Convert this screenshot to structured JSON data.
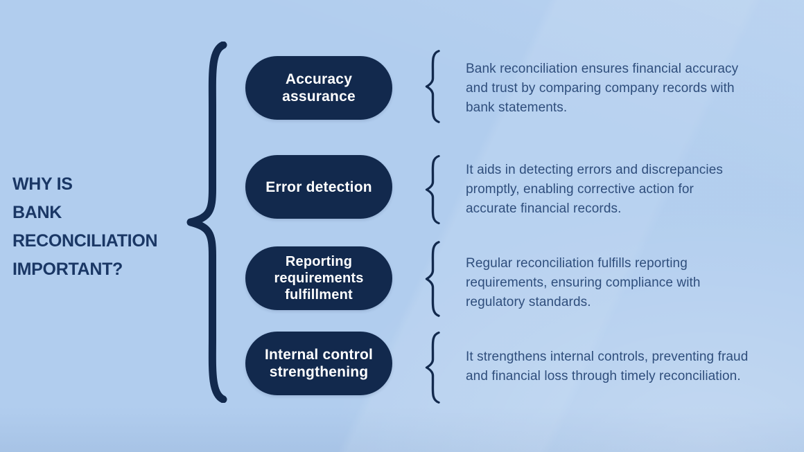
{
  "page": {
    "title_lines": [
      "WHY IS",
      "BANK",
      "RECONCILIATION",
      "IMPORTANT?"
    ]
  },
  "rows": [
    {
      "label_lines": [
        "Accuracy",
        "assurance"
      ],
      "description_lines": [
        "Bank reconciliation ensures financial accuracy",
        "and trust by comparing company records with",
        "bank statements."
      ]
    },
    {
      "label_lines": [
        "Error detection"
      ],
      "description_lines": [
        "It aids in detecting errors and discrepancies",
        "promptly, enabling corrective action for",
        "accurate financial records."
      ]
    },
    {
      "label_lines": [
        "Reporting",
        "requirements",
        "fulfillment"
      ],
      "description_lines": [
        "Regular reconciliation fulfills reporting",
        "requirements, ensuring compliance with",
        "regulatory standards."
      ]
    },
    {
      "label_lines": [
        "Internal control",
        "strengthening"
      ],
      "description_lines": [
        "It strengthens internal controls, preventing fraud",
        "and financial loss through timely reconciliation."
      ]
    }
  ],
  "colors": {
    "background": "#b1cdee",
    "pill": "#12294d",
    "pill_text": "#ffffff",
    "title_text": "#1a3765",
    "description_text": "#2f4e7c",
    "brace": "#12294d"
  }
}
